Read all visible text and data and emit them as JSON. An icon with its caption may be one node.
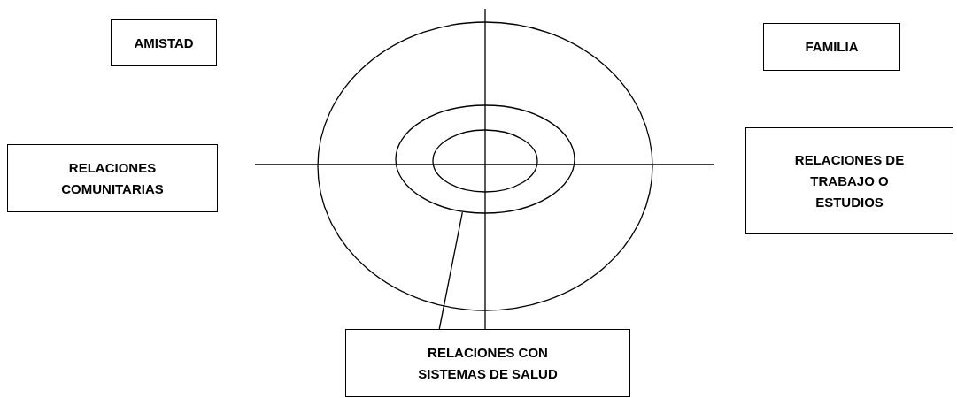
{
  "diagram": {
    "nodes": [
      {
        "text": [
          "AMISTAD"
        ]
      },
      {
        "text": [
          "FAMILIA"
        ]
      },
      {
        "text": [],
        "shape": "circle"
      },
      {
        "text": [],
        "shape": "circle",
        "in": 2
      },
      {
        "text": [],
        "shape": "circle",
        "in": 3
      },
      {
        "text": [
          "RELACIONES COMUNITARIAS"
        ]
      },
      {
        "text": [
          "RELACIONES DE TRABAJO O ESTUDIOS"
        ]
      },
      {
        "text": [
          "RELACIONES CON SISTEMAS DE SALUD"
        ]
      }
    ],
    "edges": [
      {
        "from": 7,
        "to": 3,
        "arrow": "none"
      }
    ]
  }
}
